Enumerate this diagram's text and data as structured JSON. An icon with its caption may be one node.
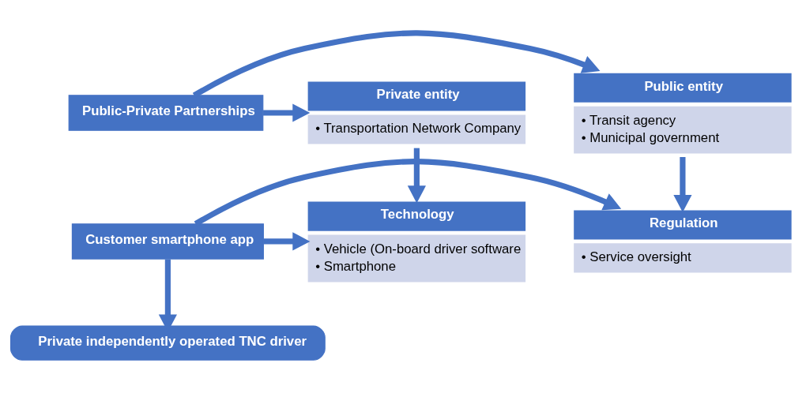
{
  "diagram": {
    "nodes": [
      {
        "text": [
          "Public entity",
          "• Transit agency",
          "• Municipal government"
        ]
      },
      {
        "text": [
          "Public-Private Partnerships"
        ]
      },
      {
        "text": [
          "Private entity",
          "• Transportation Network Company"
        ]
      },
      {
        "text": [
          "Regulation",
          "• Service oversight"
        ]
      },
      {
        "text": [
          "Customer smartphone app"
        ]
      },
      {
        "text": [
          "Technology",
          "• Vehicle (On-board driver software",
          "• Smartphone"
        ]
      },
      {
        "text": [
          "Private independently operated TNC driver"
        ]
      }
    ],
    "edges": [
      {
        "from": 1,
        "to": 0,
        "arrow": "to"
      },
      {
        "from": 1,
        "to": 2,
        "arrow": "to"
      },
      {
        "from": 0,
        "to": 3,
        "arrow": "to"
      },
      {
        "from": 2,
        "to": 5,
        "arrow": "to"
      },
      {
        "from": 4,
        "to": 3,
        "arrow": "to"
      },
      {
        "from": 4,
        "to": 5,
        "arrow": "to"
      },
      {
        "from": 4,
        "to": 6,
        "arrow": "to"
      }
    ]
  }
}
